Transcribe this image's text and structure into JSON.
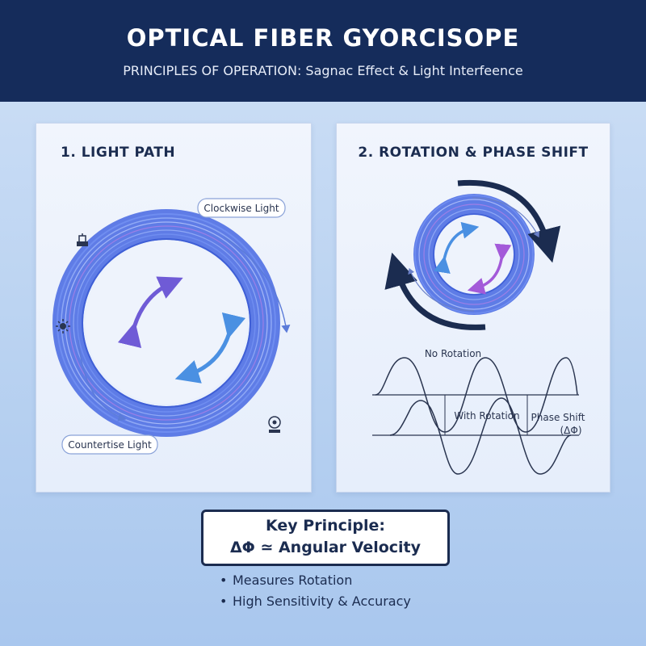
{
  "header": {
    "title": "OPTICAL FIBER GYORCISOPE",
    "subtitle": "PRINCIPLES OF OPERATION: Sagnac Effect & Light Interfeence"
  },
  "panels": {
    "light_path": {
      "title": "1. LIGHT PATH",
      "clockwise_label": "Clockwise Light",
      "counter_label": "Countertise Light",
      "icons": [
        "laser-source-icon",
        "light-source-icon",
        "photodetector-icon"
      ]
    },
    "rotation": {
      "title": "2. ROTATION & PHASE SHIFT",
      "no_rotation_label": "No Rotation",
      "with_rotation_label": "With Rotation",
      "phase_shift_label": "Phase Shift",
      "phase_shift_symbol": "(ΔΦ)"
    }
  },
  "key_principle": {
    "line1": "Key Principle:",
    "line2": "ΔΦ ≃ Angular Velocity"
  },
  "bullets": [
    "Measures Rotation",
    "High Sensitivity & Accuracy"
  ],
  "colors": {
    "header_bg": "#152c5b",
    "coil_blue": "#4f6fe3",
    "arrow_dark": "#1b2c50",
    "arrow_purple": "#6f5bd6",
    "arrow_blue": "#4a90e2"
  }
}
